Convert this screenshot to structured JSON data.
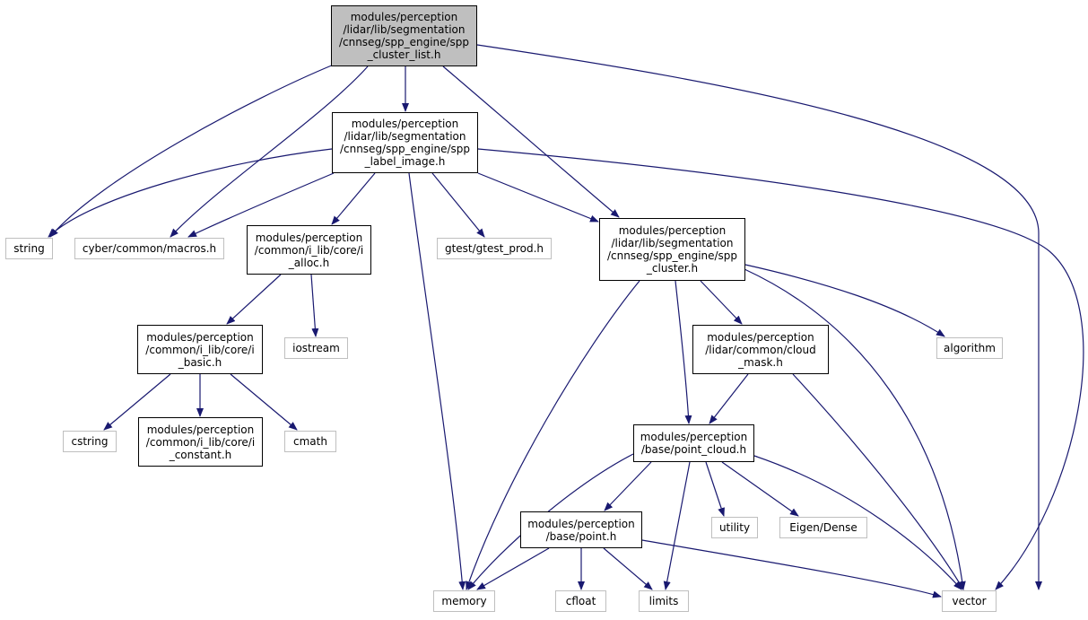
{
  "nodes": {
    "spp_cluster_list": "modules/perception\n/lidar/lib/segmentation\n/cnnseg/spp_engine/spp\n_cluster_list.h",
    "spp_label_image": "modules/perception\n/lidar/lib/segmentation\n/cnnseg/spp_engine/spp\n_label_image.h",
    "string": "string",
    "macros": "cyber/common/macros.h",
    "i_alloc": "modules/perception\n/common/i_lib/core/i\n_alloc.h",
    "gtest_prod": "gtest/gtest_prod.h",
    "spp_cluster": "modules/perception\n/lidar/lib/segmentation\n/cnnseg/spp_engine/spp\n_cluster.h",
    "i_basic": "modules/perception\n/common/i_lib/core/i\n_basic.h",
    "iostream": "iostream",
    "cloud_mask": "modules/perception\n/lidar/common/cloud\n_mask.h",
    "algorithm": "algorithm",
    "cstring": "cstring",
    "i_constant": "modules/perception\n/common/i_lib/core/i\n_constant.h",
    "cmath": "cmath",
    "point_cloud": "modules/perception\n/base/point_cloud.h",
    "utility": "utility",
    "eigen_dense": "Eigen/Dense",
    "point": "modules/perception\n/base/point.h",
    "memory": "memory",
    "cfloat": "cfloat",
    "limits": "limits",
    "vector": "vector"
  },
  "colors": {
    "edge": "#191970",
    "root_fill": "#bfbfbf",
    "internal_border": "#000000",
    "external_border": "#bfbfbf"
  }
}
